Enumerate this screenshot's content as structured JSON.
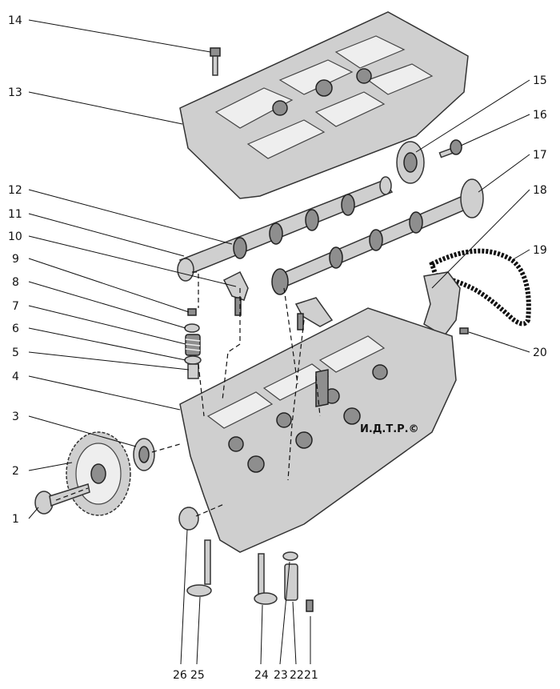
{
  "diagram": {
    "watermark": "И.Д.Т.Р.©",
    "callouts": [
      "1",
      "2",
      "3",
      "4",
      "5",
      "6",
      "7",
      "8",
      "9",
      "10",
      "11",
      "12",
      "13",
      "14",
      "15",
      "16",
      "17",
      "18",
      "19",
      "20",
      "21",
      "22",
      "23",
      "24",
      "25",
      "26"
    ]
  }
}
